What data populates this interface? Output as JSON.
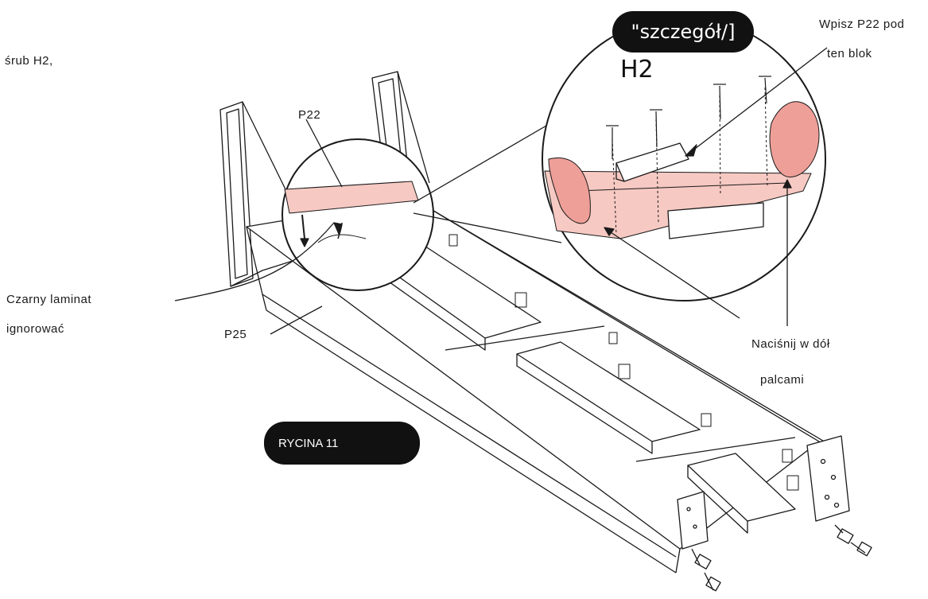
{
  "labels": {
    "screws": "śrub H2,",
    "detail": "\"szczegół/]",
    "insert_line1": "Wpisz P22 pod",
    "insert_line2": "ten blok",
    "h2": "H2",
    "p22": "P22",
    "laminate_line1": "Czarny laminat",
    "laminate_line2": "ignorować",
    "p25": "P25",
    "press_line1": "Naciśnij w dół",
    "press_line2": "palcami",
    "figure": "RYCINA 11"
  },
  "colors": {
    "line": "#1a1a1a",
    "board_pink": "#f6c9c2",
    "hand_pink": "#ee9f98",
    "pill": "#111111"
  }
}
